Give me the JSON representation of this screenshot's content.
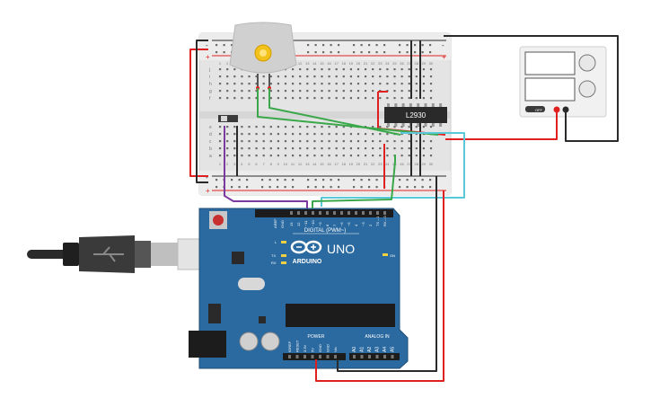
{
  "breadboard": {
    "row_letters_top": [
      "j",
      "i",
      "h",
      "g",
      "f"
    ],
    "row_letters_bottom": [
      "e",
      "d",
      "c",
      "b",
      "a"
    ],
    "column_numbers": [
      "1",
      "2",
      "3",
      "4",
      "5",
      "6",
      "7",
      "8",
      "9",
      "10",
      "11",
      "12",
      "13",
      "14",
      "15",
      "16",
      "17",
      "18",
      "19",
      "20",
      "21",
      "22",
      "23",
      "24",
      "25",
      "26",
      "27",
      "28",
      "29",
      "30"
    ],
    "rail_plus": "+",
    "rail_minus": "-"
  },
  "chip": {
    "label": "L2930"
  },
  "power_supply": {
    "toggle_label": "OFF"
  },
  "arduino": {
    "logo_text": "ARDUINO",
    "model": "UNO",
    "digital_header": "DIGITAL (PWM~)",
    "on_label": "ON",
    "l_label": "L",
    "tx_label": "TX",
    "rx_label": "RX",
    "aref_label": "AREF",
    "gnd_label": "GND",
    "digital_pins": [
      "13",
      "12",
      "~11",
      "~10",
      "~9",
      "8",
      "7",
      "~6",
      "~5",
      "4",
      "~3",
      "2",
      "TX→1",
      "RX←0"
    ],
    "power_header": "POWER",
    "analog_header": "ANALOG IN",
    "power_pins": [
      "IOREF",
      "RESET",
      "3.3V",
      "5V",
      "GND",
      "GND",
      "Vin"
    ],
    "analog_pins": [
      "A0",
      "A1",
      "A2",
      "A3",
      "A4",
      "A5"
    ]
  },
  "usb_cable": {
    "symbol": "usb-symbol"
  },
  "colors": {
    "board_blue": "#2b6aa0",
    "breadboard": "#e9e9e9",
    "wire_red": "#e02020",
    "wire_black": "#2a2a2a",
    "wire_green": "#3aa84a",
    "wire_purple": "#7a3aa0",
    "wire_cyan": "#5ac8d8"
  }
}
